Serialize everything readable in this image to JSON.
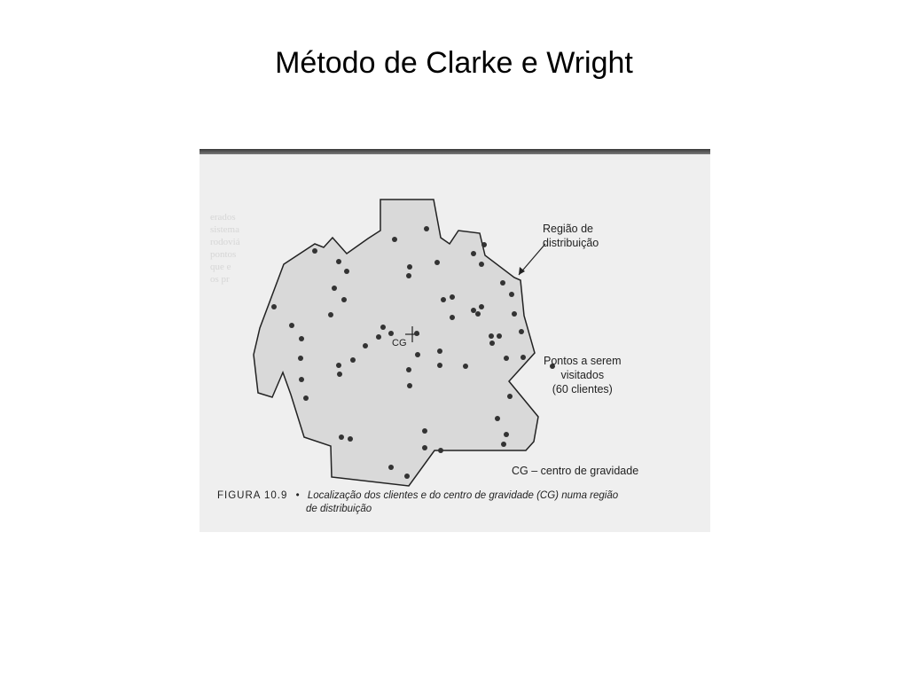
{
  "slide": {
    "title": "Método de Clarke e Wright"
  },
  "figure": {
    "labels": {
      "region": [
        "Região de",
        "distribuição"
      ],
      "points": [
        "Pontos a serem",
        "visitados",
        "(60 clientes)"
      ],
      "cg_legend": "CG – centro de gravidade",
      "cg_marker": "CG"
    },
    "caption": {
      "figure_number": "FIGURA 10.9",
      "bullet": "•",
      "text_line1": "Localização dos clientes e do centro de gravidade (CG) numa região",
      "text_line2": "de distribuição"
    },
    "colors": {
      "region_fill": "#d9d9d9",
      "region_stroke": "#222222",
      "point": "#333333",
      "page": "#efefef"
    }
  }
}
